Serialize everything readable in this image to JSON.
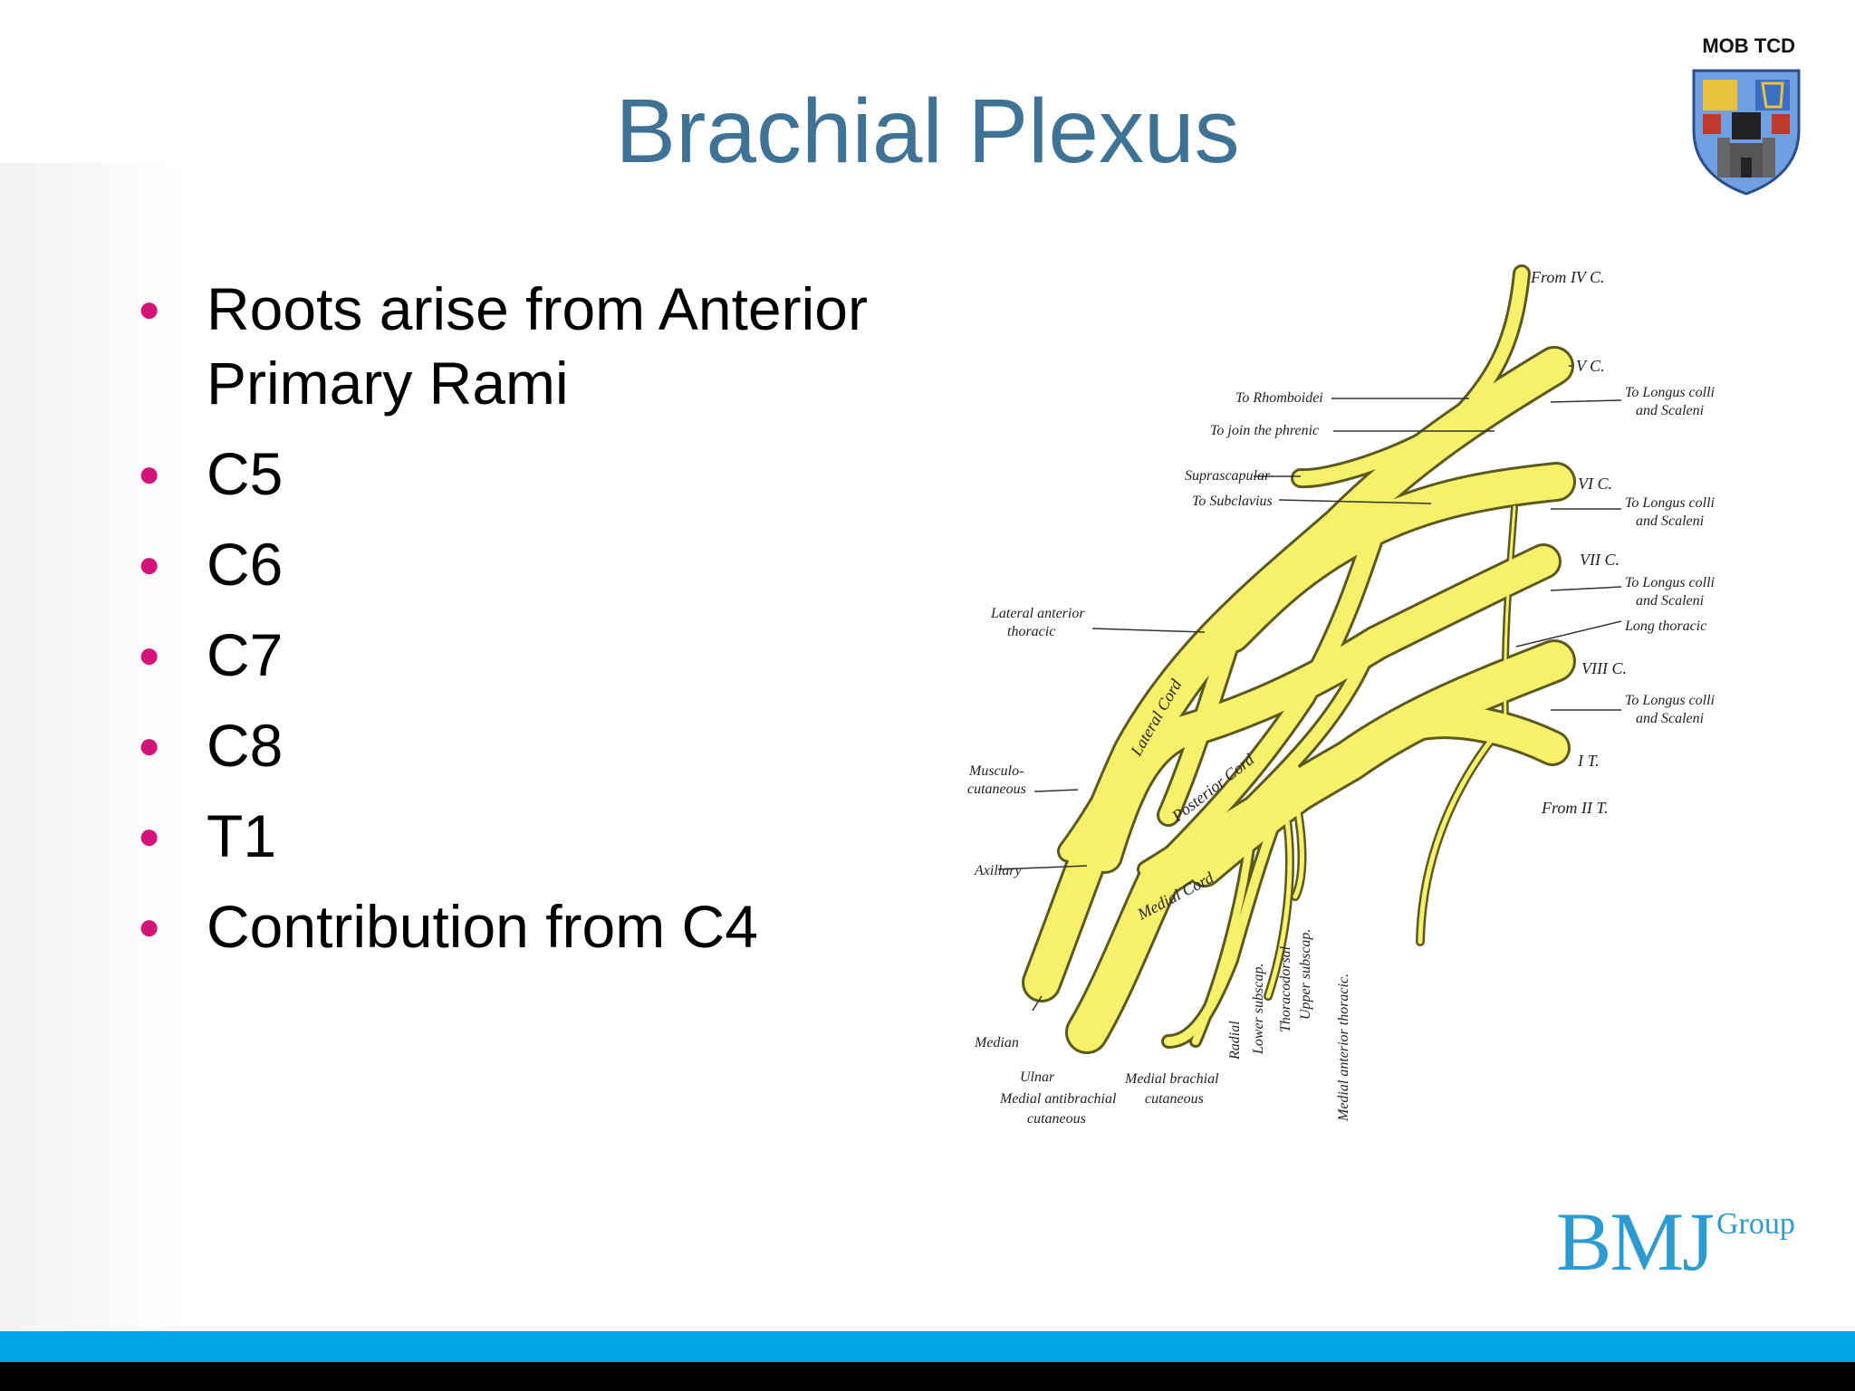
{
  "slide": {
    "title": "Brachial Plexus",
    "org_label": "MOB TCD",
    "bullets": [
      "Roots arise from Anterior Primary Rami",
      "C5",
      "C6",
      "C7",
      "C8",
      "T1",
      "Contribution from C4"
    ],
    "publisher_logo": {
      "main": "BMJ",
      "suffix": "Group"
    }
  },
  "diagram": {
    "labels": {
      "from_iv_c": "From IV C.",
      "v_c": "V C.",
      "vi_c": "VI C.",
      "vii_c": "VII C.",
      "viii_c": "VIII C.",
      "i_t": "I T.",
      "from_ii_t": "From II T.",
      "to_rhomboidei": "To Rhomboidei",
      "to_join_phrenic": "To join the phrenic",
      "suprascapular": "Suprascapular",
      "to_subclavius": "To Subclavius",
      "longus_1a": "To Longus colli",
      "longus_1b": "and Scaleni",
      "longus_2a": "To Longus colli",
      "longus_2b": "and Scaleni",
      "longus_3a": "To Longus colli",
      "longus_3b": "and Scaleni",
      "longus_4a": "To Longus colli",
      "longus_4b": "and Scaleni",
      "long_thoracic": "Long thoracic",
      "lat_ant_thoracic_a": "Lateral anterior",
      "lat_ant_thoracic_b": "thoracic",
      "musculo_a": "Musculo-",
      "musculo_b": "cutaneous",
      "axillary": "Axillary",
      "median": "Median",
      "ulnar": "Ulnar",
      "med_antibrachial_a": "Medial antibrachial",
      "med_antibrachial_b": "cutaneous",
      "med_brachial_a": "Medial brachial",
      "med_brachial_b": "cutaneous",
      "radial": "Radial",
      "lower_subscap": "Lower subscap.",
      "thoracodorsal": "Thoracodorsal",
      "upper_subscap": "Upper subscap.",
      "med_ant_thoracic": "Medial anterior thoracic.",
      "lateral_cord": "Lateral Cord",
      "posterior_cord": "Posterior Cord",
      "medial_cord": "Medial Cord"
    },
    "colors": {
      "nerve": "#f7f06a",
      "nerve_outline": "#5a5a1e",
      "leader": "#333333"
    }
  }
}
